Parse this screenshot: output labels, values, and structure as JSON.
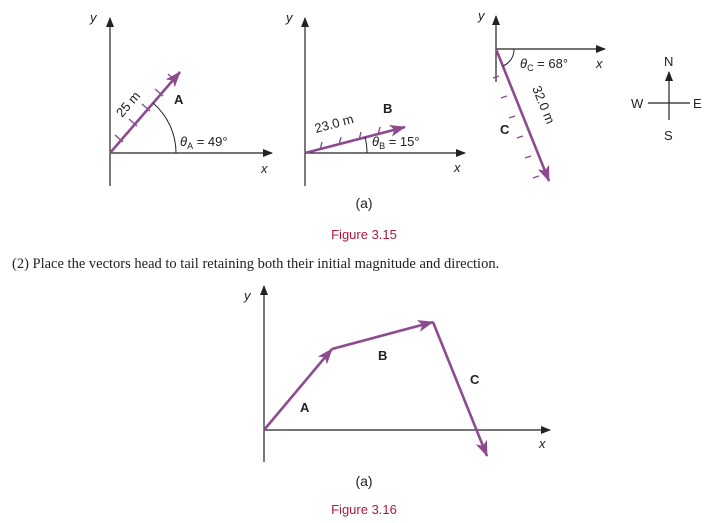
{
  "figure1": {
    "panel_a": {
      "axis_x": "x",
      "axis_y": "y",
      "vector": "A",
      "magnitude": "25 m",
      "angle_prefix": "θ",
      "angle_sub": "A",
      "angle_value": " = 49°"
    },
    "panel_b": {
      "axis_x": "x",
      "axis_y": "y",
      "vector": "B",
      "magnitude": "23.0 m",
      "angle_prefix": "θ",
      "angle_sub": "B",
      "angle_value": " = 15°"
    },
    "panel_c": {
      "axis_x": "x",
      "axis_y": "y",
      "vector": "C",
      "magnitude": "32.0 m",
      "angle_prefix": "θ",
      "angle_sub": "C",
      "angle_value": " = 68°"
    },
    "compass": {
      "n": "N",
      "s": "S",
      "e": "E",
      "w": "W"
    },
    "sublabel": "(a)",
    "caption": "Figure 3.15"
  },
  "paragraph": "(2) Place the vectors head to tail retaining both their initial magnitude and direction.",
  "figure2": {
    "axis_x": "x",
    "axis_y": "y",
    "vector_a": "A",
    "vector_b": "B",
    "vector_c": "C",
    "sublabel": "(a)",
    "caption": "Figure 3.16"
  },
  "colors": {
    "vector": "#8e4a8f",
    "axis": "#222222",
    "caption": "#b0173a"
  }
}
